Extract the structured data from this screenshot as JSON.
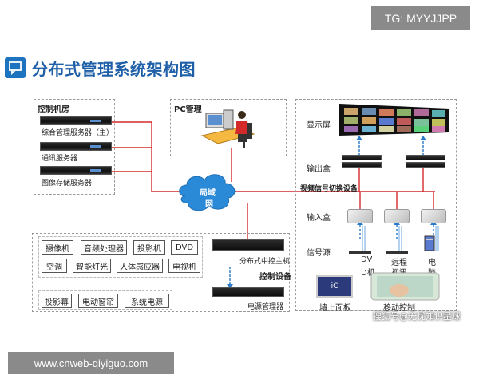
{
  "badge_text": "TG: MYYJJPP",
  "title": "分布式管理系统架构图",
  "control_room": {
    "title": "控制机房",
    "servers": [
      "综合管理服务器（主）",
      "通讯服务器",
      "图像存储服务器"
    ]
  },
  "pc_management": {
    "title": "PC管理"
  },
  "lan": {
    "label_line1": "局域",
    "label_line2": "网"
  },
  "display_side": {
    "display_label": "显示屏",
    "output_label": "输出盒",
    "switch_label": "视频信号切换设备",
    "input_label": "输入盒",
    "source_label": "信号源",
    "sources": [
      "DV",
      "远程",
      "电"
    ],
    "sources_line2": [
      "D机",
      "视讯",
      "脑"
    ],
    "wall_panel_label": "墙上面板",
    "mobile_label": "移动控制"
  },
  "control_devices": {
    "items_row1": [
      "摄像机",
      "音频处理器",
      "投影机",
      "DVD"
    ],
    "items_row2": [
      "空调",
      "智能灯光",
      "人体感应器",
      "电视机"
    ],
    "items_row3": [
      "投影幕",
      "电动窗帘",
      "系统电源"
    ],
    "host_label": "分布式中控主机",
    "section_label": "控制设备",
    "power_label": "电源管理器",
    "panel_logo": "iC"
  },
  "sohu_watermark": "搜狐号@无忧知识星球",
  "site_watermark": "www.cnweb-qiyiguo.com",
  "colors": {
    "title_blue": "#1e5fa8",
    "link_red": "#d42a2a",
    "cloud_blue": "#2a8ad8",
    "arrow_blue": "#2a7ac8"
  }
}
